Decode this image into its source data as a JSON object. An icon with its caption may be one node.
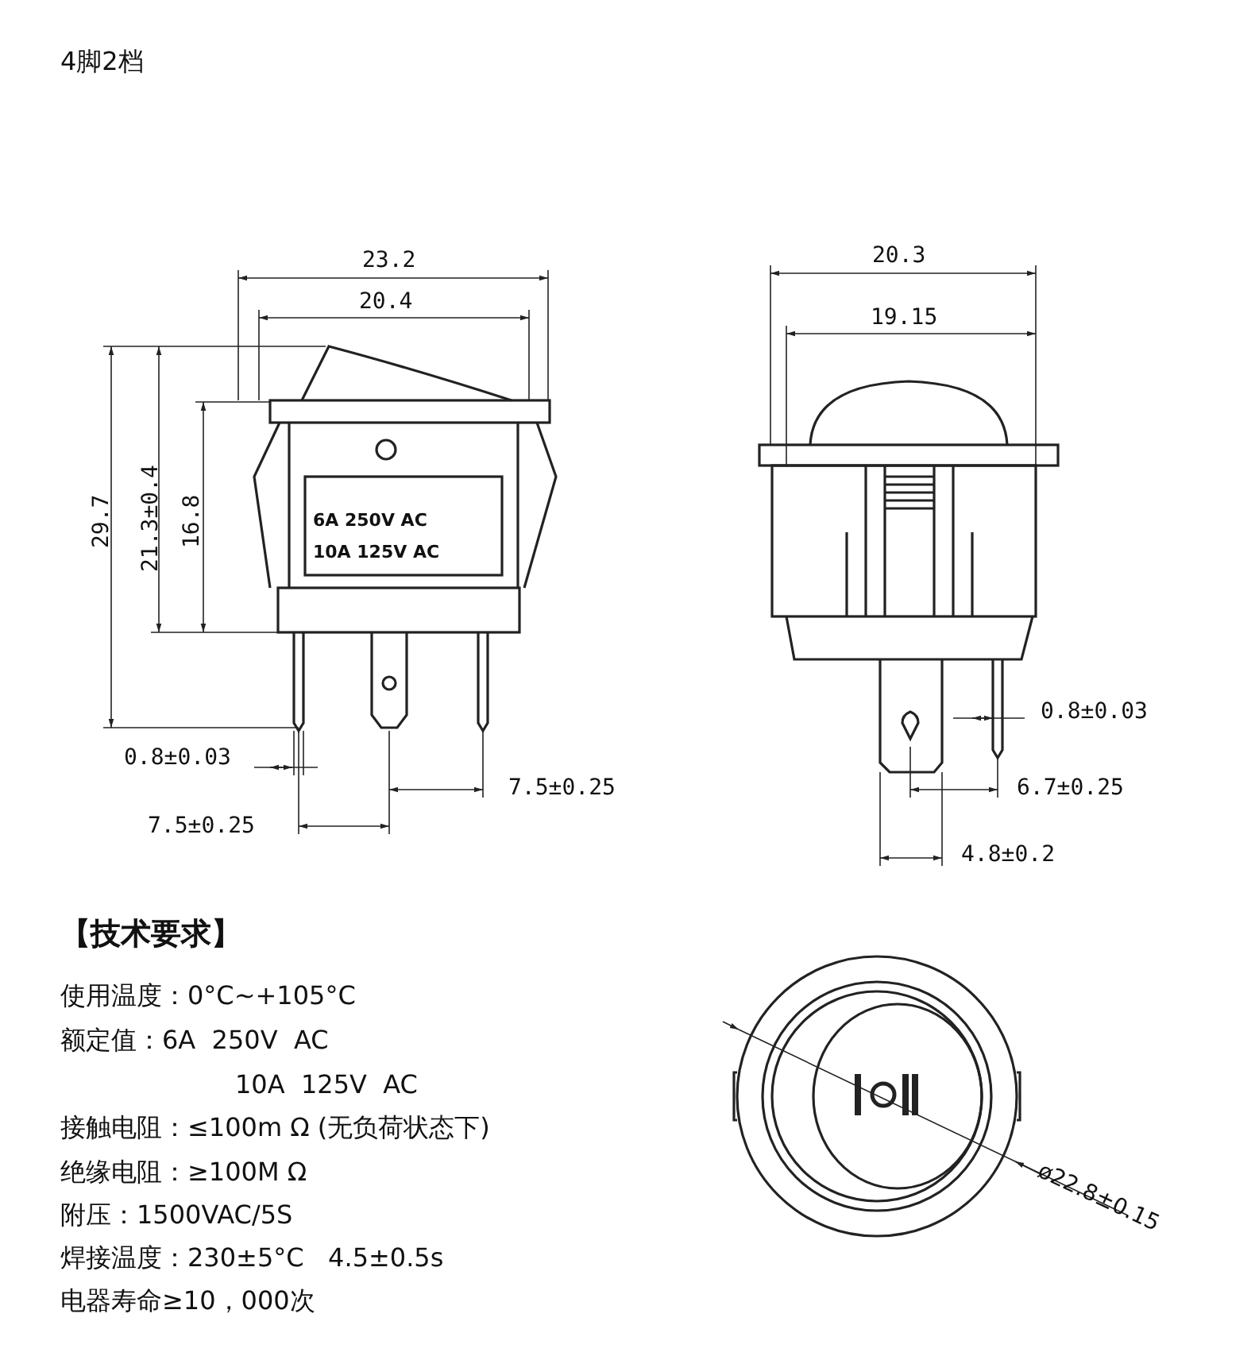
{
  "diagram": {
    "title": "4脚2档",
    "labels": [
      "23.2",
      "20.4",
      "20.3",
      "19.15",
      "29.7",
      "21.3±0.4",
      "16.8",
      "6A 250V AC",
      "10A 125V AC",
      "0.8±0.03",
      "0.8±0.03",
      "7.5±0.25",
      "6.7±0.25",
      "7.5±0.25",
      "4.8±0.2",
      "【技术要求】",
      "使用温度：0°C~+105°C",
      "额定值：6A  250V  AC",
      "10A  125V  AC",
      "接触电阻：≤100m Ω (无负荷状态下)",
      "绝缘电阻：≥100M Ω",
      "附压：1500VAC/5S",
      "焊接温度：230±5°C   4.5±0.5s",
      "电器寿命≥10，000次",
      "ø22.8±0.15"
    ]
  }
}
